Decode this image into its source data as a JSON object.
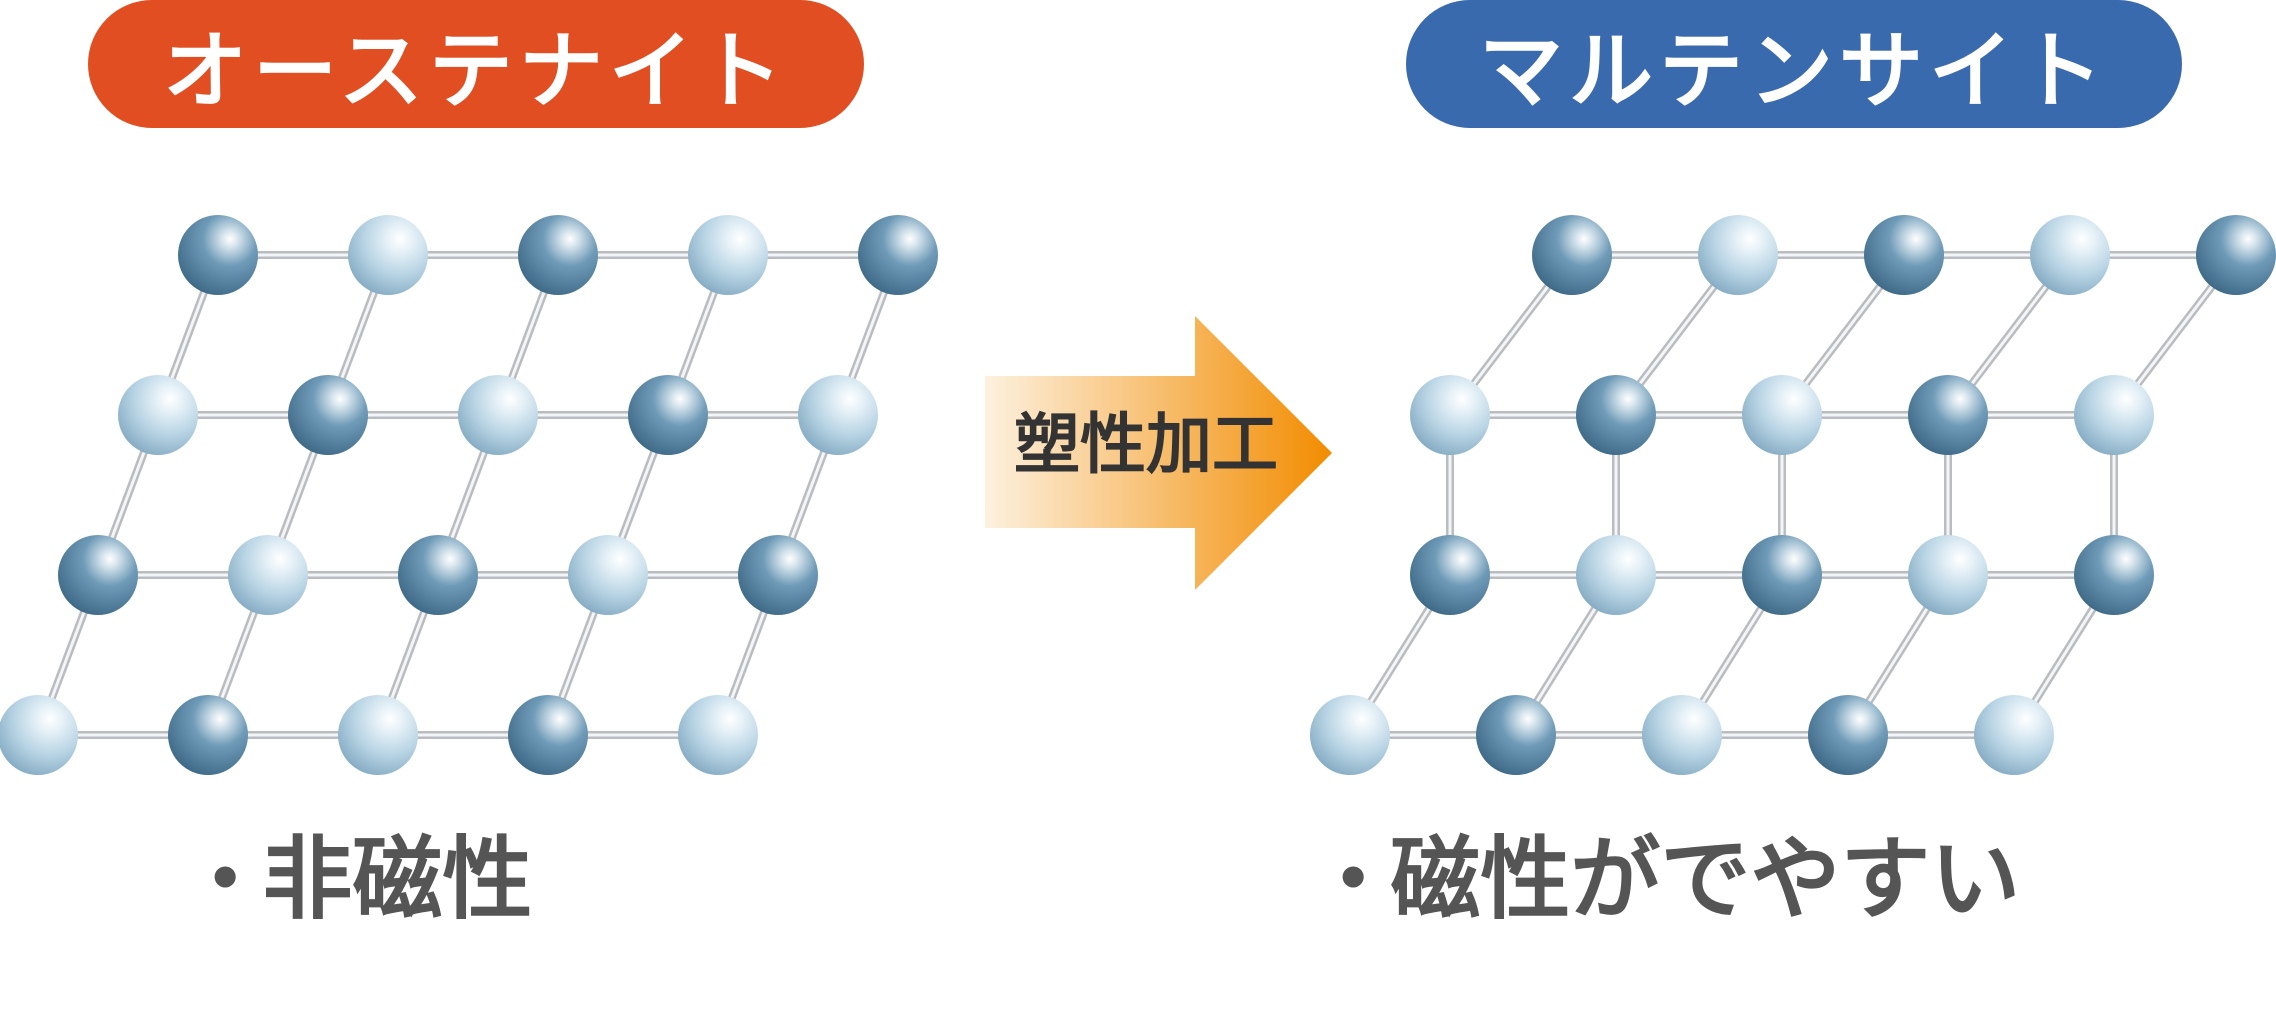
{
  "panels": {
    "left": {
      "title": "オーステナイト",
      "caption": "非磁性",
      "color": "#E04E22"
    },
    "right": {
      "title": "マルテンサイト",
      "caption": "磁性がでやすい",
      "color": "#3A6AAE"
    }
  },
  "arrow": {
    "label": "塑性加工",
    "gradient_start": "#FDF1DF",
    "gradient_end": "#F28C00"
  },
  "bullet": "•",
  "colors": {
    "atom_dark": "#5E8CAA",
    "atom_light": "#B6D3E3",
    "bond": "#B9BCC0",
    "caption_text": "#555555"
  }
}
